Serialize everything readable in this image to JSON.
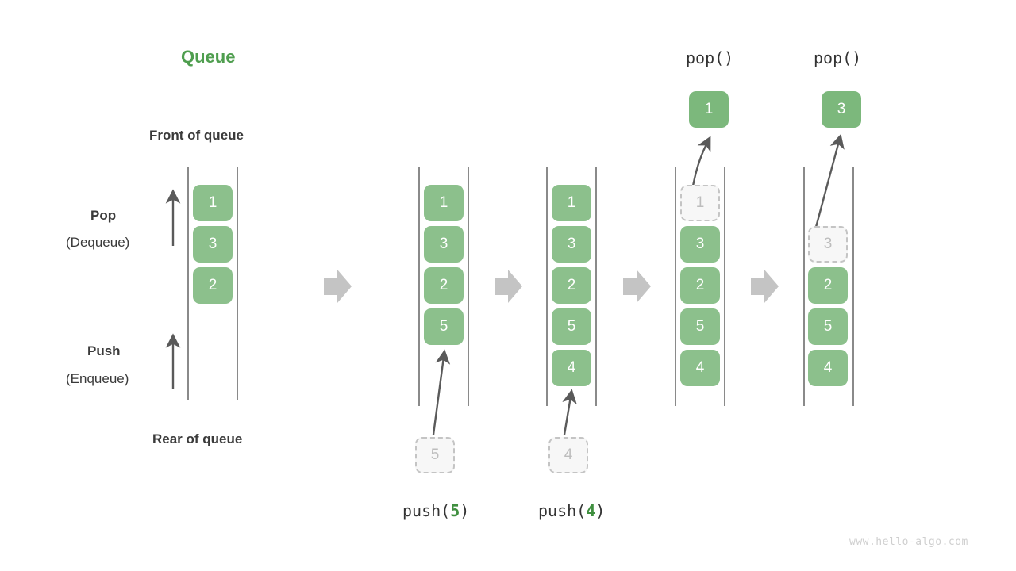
{
  "meta": {
    "title": "Queue",
    "watermark": "www.hello-algo.com",
    "colors": {
      "accent_green": "#4f9e4f",
      "cell_green": "#8cc08c",
      "ghost_border": "#c4c4c4",
      "ghost_fill": "#f7f7f7",
      "ghost_text": "#bdbdbd",
      "rail": "#595959",
      "arrow_gray": "#c4c4c4",
      "thin_arrow": "#5a5a5a",
      "text_dark": "#3a3a3a"
    }
  },
  "annotations": {
    "front_of_queue": "Front of queue",
    "rear_of_queue": "Rear of queue",
    "pop_label": "Pop",
    "pop_sub": "(Dequeue)",
    "push_label": "Push",
    "push_sub": "(Enqueue)"
  },
  "stages": [
    {
      "id": "initial",
      "caption": "",
      "caption_arg": "",
      "cells": [
        "1",
        "3",
        "2"
      ],
      "ghost_in_stack_index": -1,
      "incoming": null,
      "popped": null
    },
    {
      "id": "push-5",
      "caption": "push(",
      "caption_arg": "5",
      "caption_end": ")",
      "cells": [
        "1",
        "3",
        "2",
        "5"
      ],
      "ghost_in_stack_index": -1,
      "incoming": "5",
      "popped": null
    },
    {
      "id": "push-4",
      "caption": "push(",
      "caption_arg": "4",
      "caption_end": ")",
      "cells": [
        "1",
        "3",
        "2",
        "5",
        "4"
      ],
      "ghost_in_stack_index": -1,
      "incoming": "4",
      "popped": null
    },
    {
      "id": "pop-1",
      "caption": "pop()",
      "caption_arg": "",
      "cells": [
        "1",
        "3",
        "2",
        "5",
        "4"
      ],
      "ghost_in_stack_index": 0,
      "incoming": null,
      "popped": "1"
    },
    {
      "id": "pop-3",
      "caption": "pop()",
      "caption_arg": "",
      "cells": [
        "3",
        "2",
        "5",
        "4"
      ],
      "ghost_in_stack_index": 0,
      "incoming": null,
      "popped": "3"
    }
  ],
  "cell_values": {
    "s0_c0": "1",
    "s0_c1": "3",
    "s0_c2": "2",
    "s1_c0": "1",
    "s1_c1": "3",
    "s1_c2": "2",
    "s1_c3": "5",
    "s1_in": "5",
    "s2_c0": "1",
    "s2_c1": "3",
    "s2_c2": "2",
    "s2_c3": "5",
    "s2_c4": "4",
    "s2_in": "4",
    "s3_c0": "1",
    "s3_c1": "3",
    "s3_c2": "2",
    "s3_c3": "5",
    "s3_c4": "4",
    "s3_out": "1",
    "s4_c0": "3",
    "s4_c1": "2",
    "s4_c2": "5",
    "s4_c3": "4",
    "s4_out": "3"
  },
  "captions": {
    "push5_fn": "push(",
    "push5_arg": "5",
    "push5_close": ")",
    "push4_fn": "push(",
    "push4_arg": "4",
    "push4_close": ")",
    "pop1": "pop()",
    "pop2": "pop()"
  }
}
